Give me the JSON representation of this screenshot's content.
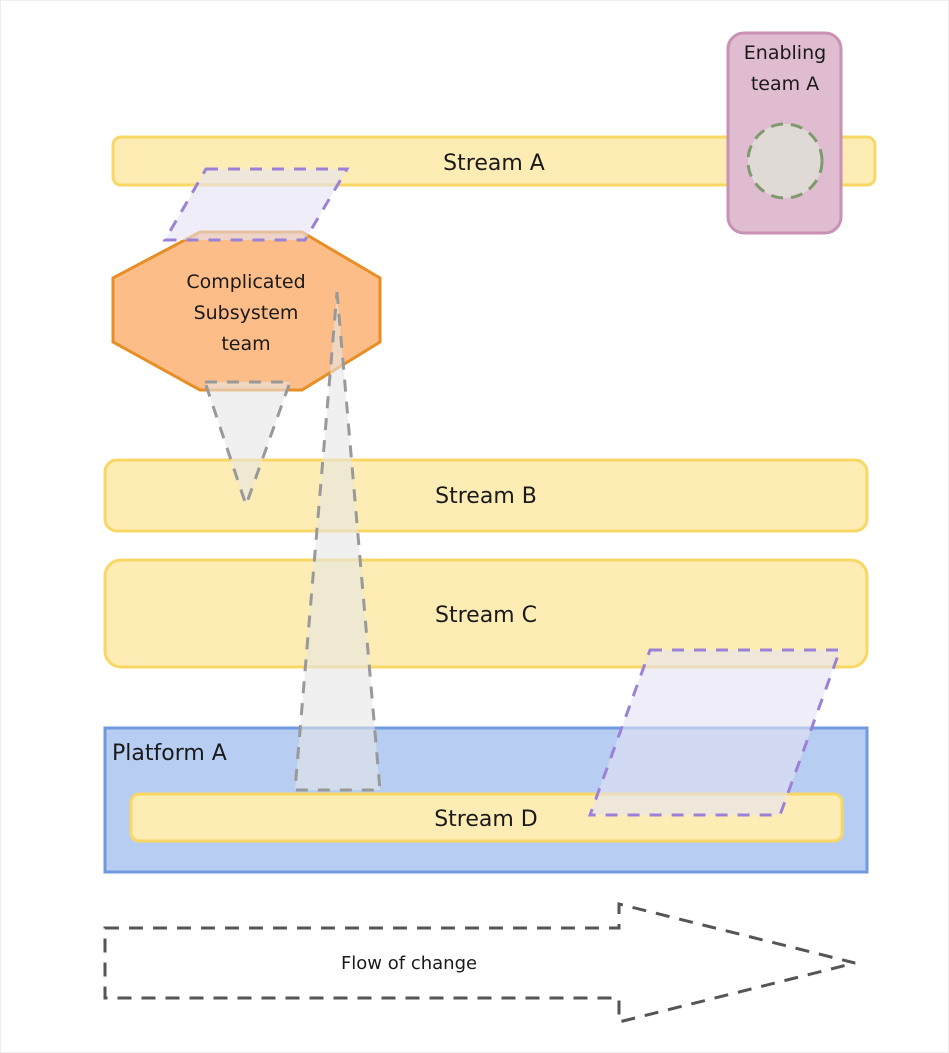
{
  "diagram": {
    "title": "Team topology stream diagram",
    "colors": {
      "stream_fill": "#fdedb5",
      "stream_stroke": "#f8d765",
      "platform_fill": "#b7cdf2",
      "platform_stroke": "#6e9ae0",
      "enabling_fill": "#e0bcd0",
      "enabling_stroke": "#c991b3",
      "enabling_circle_fill": "#e0dad7",
      "enabling_circle_stroke": "#7f9a6c",
      "complicated_fill": "#fcbd88",
      "complicated_stroke": "#e88e27",
      "interaction_purple_fill": "#e4e2f4",
      "interaction_purple_stroke": "#9b82d6",
      "interaction_grey_fill": "#e6e6e6",
      "interaction_grey_stroke": "#999999",
      "flow_stroke": "#555555"
    },
    "streams": [
      {
        "id": "stream-a",
        "label": "Stream A"
      },
      {
        "id": "stream-b",
        "label": "Stream B"
      },
      {
        "id": "stream-c",
        "label": "Stream C"
      },
      {
        "id": "stream-d",
        "label": "Stream D"
      }
    ],
    "platform": {
      "label": "Platform A"
    },
    "enabling_team": {
      "label_line1": "Enabling",
      "label_line2": "team A"
    },
    "complicated_subsystem": {
      "label_line1": "Complicated",
      "label_line2": "Subsystem",
      "label_line3": "team"
    },
    "flow_arrow": {
      "label": "Flow of change"
    },
    "interactions": [
      {
        "type": "facilitating",
        "from": "Complicated Subsystem team",
        "to": "Stream A"
      },
      {
        "type": "x-as-a-service",
        "from": "Complicated Subsystem team",
        "to": "Stream B"
      },
      {
        "type": "x-as-a-service",
        "from": "Complicated Subsystem team",
        "to": "Stream D"
      },
      {
        "type": "facilitating",
        "from": "Stream C",
        "to": "Stream D"
      }
    ]
  }
}
